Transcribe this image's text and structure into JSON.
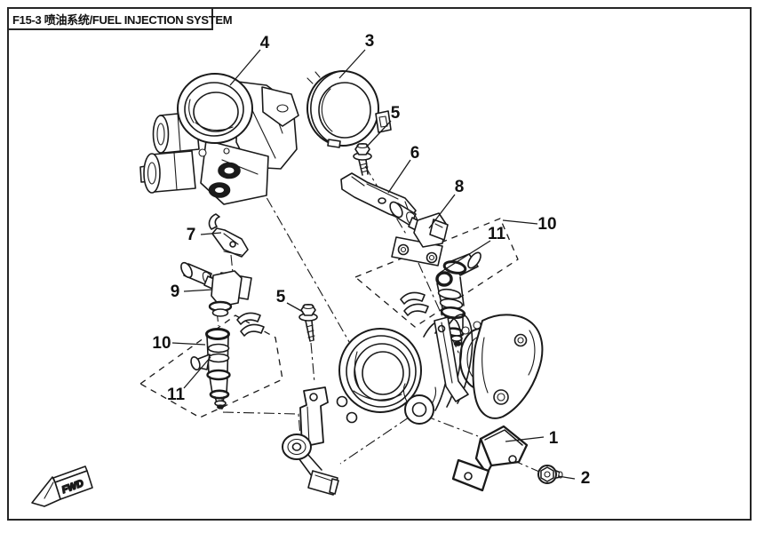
{
  "header": {
    "title": "F15-3 喷油系统/FUEL INJECTION SYSTEM"
  },
  "diagram": {
    "type": "exploded-parts-diagram",
    "direction_marker": "FWD",
    "colors": {
      "line": "#1a1a1a",
      "background": "#ffffff"
    },
    "callouts": [
      {
        "number": "4"
      },
      {
        "number": "3"
      },
      {
        "number": "5"
      },
      {
        "number": "6"
      },
      {
        "number": "8"
      },
      {
        "number": "10"
      },
      {
        "number": "11"
      },
      {
        "number": "7"
      },
      {
        "number": "9"
      },
      {
        "number": "5"
      },
      {
        "number": "10"
      },
      {
        "number": "11"
      },
      {
        "number": "1"
      },
      {
        "number": "2"
      }
    ]
  }
}
